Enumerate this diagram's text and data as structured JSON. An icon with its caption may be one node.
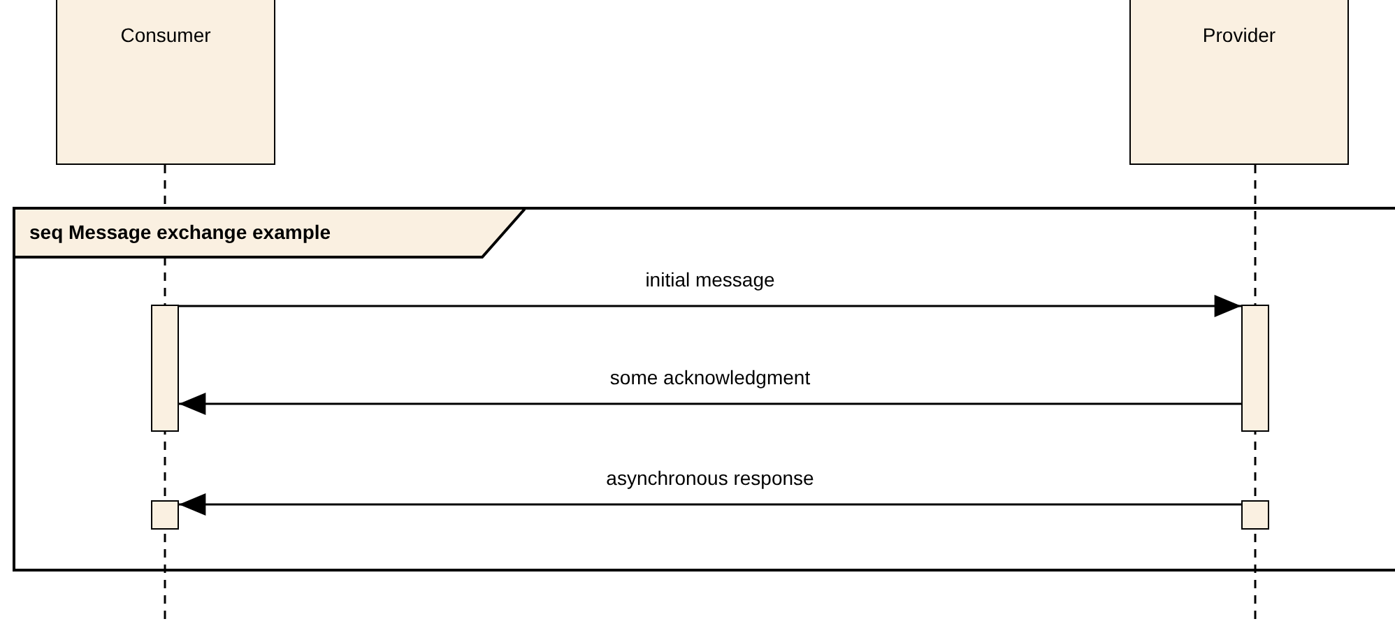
{
  "diagram": {
    "nodes": [
      {
        "text": [
          "Consumer"
        ]
      },
      {
        "text": [
          "Provider"
        ]
      },
      {
        "text": [
          "seq Message exchange example"
        ]
      },
      {
        "text": [],
        "shape": "bar",
        "in": 2
      },
      {
        "text": [],
        "shape": "bar",
        "in": 2
      },
      {
        "text": [],
        "shape": "bar",
        "in": 2
      },
      {
        "text": [],
        "shape": "bar",
        "in": 2
      }
    ],
    "edges": [
      {
        "from": 3,
        "to": 4,
        "arrow": "to",
        "label": "initial message"
      },
      {
        "from": 4,
        "to": 3,
        "arrow": "to",
        "label": "some acknowledgment"
      },
      {
        "from": 6,
        "to": 5,
        "arrow": "to",
        "label": "asynchronous response"
      }
    ]
  }
}
